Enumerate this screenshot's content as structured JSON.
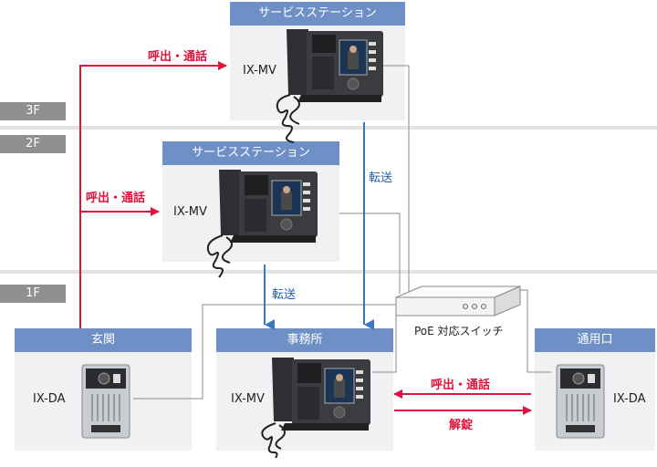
{
  "floors": [
    "3F",
    "2F",
    "1F"
  ],
  "stations": {
    "service3": {
      "title": "サービスステーション",
      "device": "IX-MV"
    },
    "service2": {
      "title": "サービスステーション",
      "device": "IX-MV"
    },
    "entrance": {
      "title": "玄関",
      "device": "IX-DA"
    },
    "office": {
      "title": "事務所",
      "device": "IX-MV"
    },
    "side_door": {
      "title": "通用口",
      "device": "IX-DA"
    }
  },
  "labels": {
    "call_3f": "呼出・通話",
    "call_2f": "呼出・通話",
    "call_side": "呼出・通話",
    "unlock": "解錠",
    "transfer_3f": "転送",
    "transfer_2f": "転送",
    "switch": "PoE 対応スイッチ"
  },
  "colors": {
    "call": "#e0143c",
    "transfer": "#3a78c0",
    "header": "#6f90c6",
    "floor": "#8f9090"
  }
}
